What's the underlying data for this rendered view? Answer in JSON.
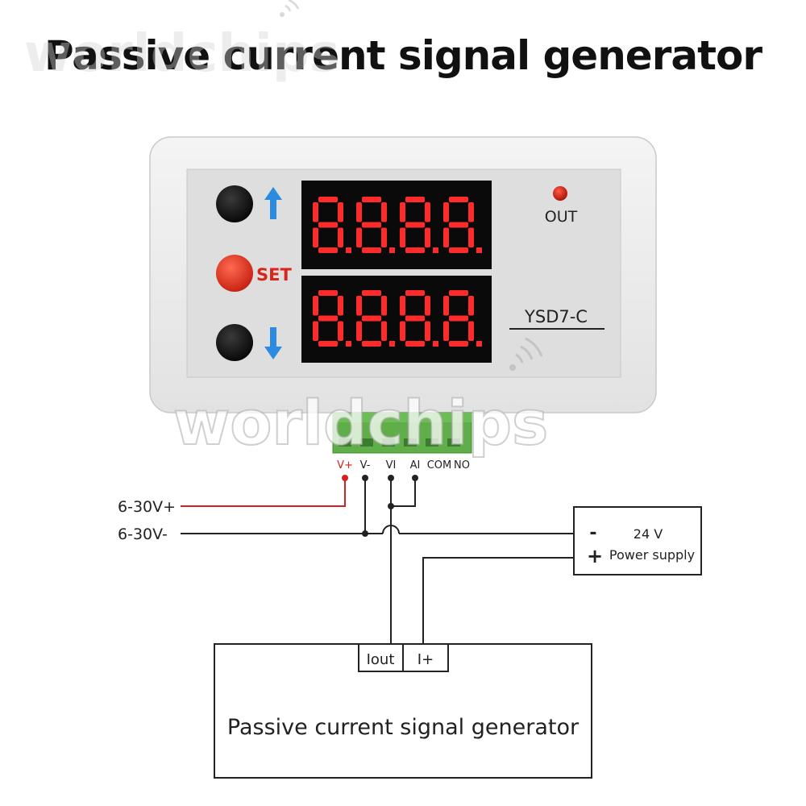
{
  "title": "Passive current signal generator",
  "watermark": "worldchips",
  "device": {
    "model": "YSD7-C",
    "buttons": {
      "set_label": "SET"
    },
    "indicator_label": "OUT",
    "terminals": [
      "V+",
      "V-",
      "VI",
      "AI",
      "COM",
      "NO"
    ]
  },
  "wiring": {
    "supply_pos_label": "6-30V+",
    "supply_neg_label": "6-30V-",
    "power_supply": {
      "minus": "-",
      "plus": "+",
      "voltage": "24 V",
      "name": "Power supply"
    },
    "generator": {
      "label": "Passive current signal generator",
      "iout": "Iout",
      "iplus": "I+"
    }
  },
  "colors": {
    "device_body": "#eeeeee",
    "face_panel": "#dedede",
    "display_red": "#ff2a2a",
    "set_button": "#e8321e",
    "arrow_blue": "#2a8be0",
    "terminal_green": "#5fae4a",
    "positive_wire": "#d42020",
    "wire": "#222222"
  },
  "icons": [
    "up-arrow-icon",
    "down-arrow-icon",
    "wifi-watermark-icon"
  ]
}
